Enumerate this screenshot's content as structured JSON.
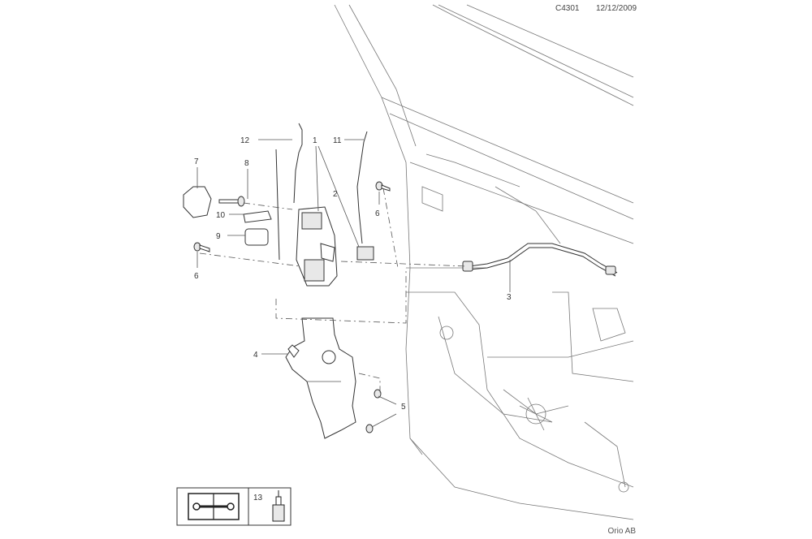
{
  "header": {
    "code": "C4301",
    "date": "12/12/2009"
  },
  "footer": {
    "brand": "Orio AB"
  },
  "callouts": [
    {
      "id": "callout-1",
      "label": "1"
    },
    {
      "id": "callout-2",
      "label": "2"
    },
    {
      "id": "callout-3",
      "label": "3"
    },
    {
      "id": "callout-4",
      "label": "4"
    },
    {
      "id": "callout-5",
      "label": "5"
    },
    {
      "id": "callout-6a",
      "label": "6"
    },
    {
      "id": "callout-6b",
      "label": "6"
    },
    {
      "id": "callout-7",
      "label": "7"
    },
    {
      "id": "callout-8",
      "label": "8"
    },
    {
      "id": "callout-9",
      "label": "9"
    },
    {
      "id": "callout-10",
      "label": "10"
    },
    {
      "id": "callout-11",
      "label": "11"
    },
    {
      "id": "callout-12",
      "label": "12"
    },
    {
      "id": "callout-13",
      "label": "13"
    }
  ],
  "legend": {
    "icon": "manual-tools-icon",
    "tool_icon": "lubricant-tube-icon"
  }
}
